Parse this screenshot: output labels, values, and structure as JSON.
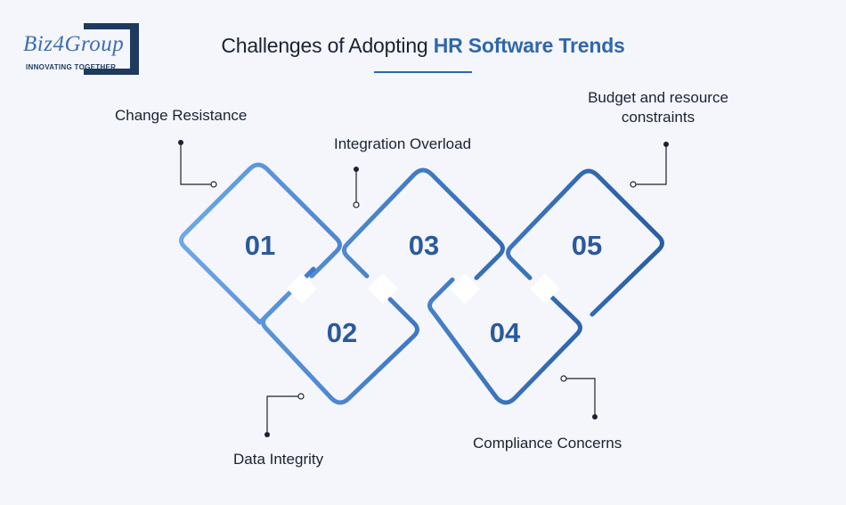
{
  "logo": {
    "word": "Biz4Group",
    "tagline": "INNOVATING TOGETHER"
  },
  "title": {
    "prefix": "Challenges of Adopting ",
    "highlight": "HR Software Trends"
  },
  "items": [
    {
      "number": "01",
      "label": "Change Resistance"
    },
    {
      "number": "02",
      "label": "Data Integrity"
    },
    {
      "number": "03",
      "label": "Integration Overload"
    },
    {
      "number": "04",
      "label": "Compliance Concerns"
    },
    {
      "number": "05",
      "label_line1": "Budget and resource",
      "label_line2": "constraints"
    }
  ],
  "colors": {
    "light": "#5f9be0",
    "mid": "#4a82cc",
    "dark": "#2f67ad",
    "text": "#1a2233"
  }
}
